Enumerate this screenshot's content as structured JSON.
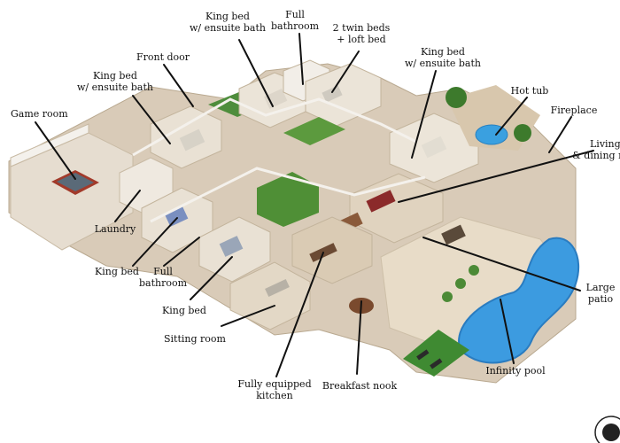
{
  "labels": {
    "game_room": "Game room",
    "king_bed_1": [
      "King bed",
      "w/ ensuite bath"
    ],
    "front_door": "Front door",
    "king_bed_2": [
      "King bed",
      "w/ ensuite bath"
    ],
    "full_bath_top": [
      "Full",
      "bathroom"
    ],
    "twin_beds": [
      "2 twin beds",
      "+ loft bed"
    ],
    "king_bed_3": [
      "King bed",
      "w/ ensuite bath"
    ],
    "hot_tub": "Hot tub",
    "fireplace": "Fireplace",
    "living": [
      "Living",
      "& dining ro"
    ],
    "laundry": "Laundry",
    "king_bed_4": "King bed",
    "full_bath_bottom": [
      "Full",
      "bathroom"
    ],
    "king_bed_5": "King bed",
    "sitting_room": "Sitting room",
    "kitchen": [
      "Fully equipped",
      "kitchen"
    ],
    "breakfast_nook": "Breakfast nook",
    "infinity_pool": "Infinity pool",
    "large_patio": [
      "Large",
      "patio"
    ]
  },
  "colors": {
    "floor": "#d9cbb8",
    "wall": "#f1ede6",
    "pool": "#3c9be0",
    "grass": "#3f8a32",
    "leader": "#111111"
  }
}
